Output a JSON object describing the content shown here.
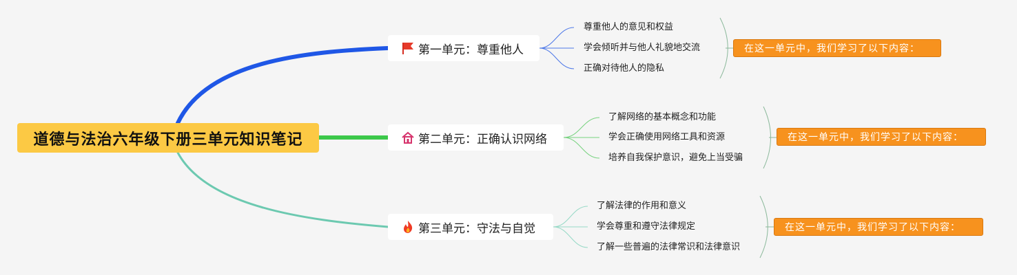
{
  "root": {
    "title": "道德与法治六年级下册三单元知识笔记"
  },
  "colors": {
    "branch1": "#1f57e6",
    "branch2": "#3cc84a",
    "branch3": "#6cc9b0",
    "note_bg": "#f7921e",
    "root_bg": "#fcc944"
  },
  "branches": [
    {
      "icon": "flag-icon",
      "label": "第一单元：尊重他人",
      "items": [
        "尊重他人的意见和权益",
        "学会倾听并与他人礼貌地交流",
        "正确对待他人的隐私"
      ],
      "summary": "在这一单元中，我们学习了以下内容："
    },
    {
      "icon": "house-icon",
      "label": "第二单元：正确认识网络",
      "items": [
        "了解网络的基本概念和功能",
        "学会正确使用网络工具和资源",
        "培养自我保护意识，避免上当受骗"
      ],
      "summary": "在这一单元中，我们学习了以下内容："
    },
    {
      "icon": "fire-icon",
      "label": "第三单元：守法与自觉",
      "items": [
        "了解法律的作用和意义",
        "学会尊重和遵守法律规定",
        "了解一些普遍的法律常识和法律意识"
      ],
      "summary": "在这一单元中，我们学习了以下内容："
    }
  ]
}
